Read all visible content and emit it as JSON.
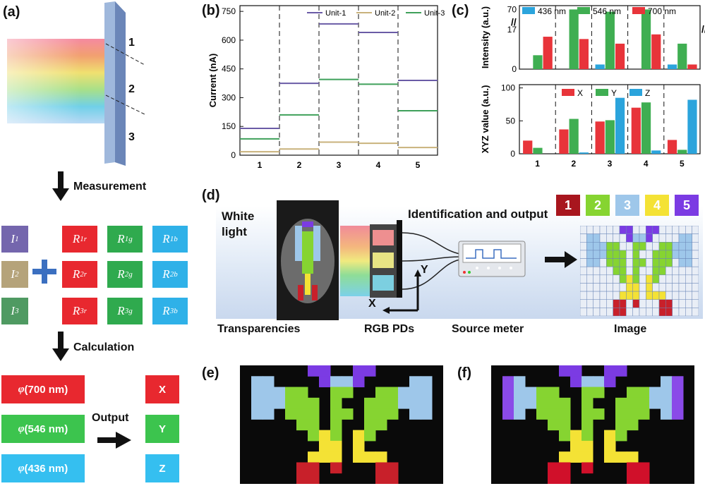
{
  "panels": {
    "a": "(a)",
    "b": "(b)",
    "c": "(c)",
    "d": "(d)",
    "e": "(e)",
    "f": "(f)"
  },
  "panel_a": {
    "film_labels": [
      "1",
      "2",
      "3"
    ],
    "measurement": "Measurement",
    "calculation": "Calculation",
    "inputs": [
      {
        "base": "I",
        "sub": "1",
        "color": "#7466ad"
      },
      {
        "base": "I",
        "sub": "2",
        "color": "#b5a37a"
      },
      {
        "base": "I",
        "sub": "3",
        "color": "#4f9a62"
      }
    ],
    "plus": "+",
    "responses": [
      [
        {
          "base": "R",
          "sub": "1r",
          "color": "#e8282f"
        },
        {
          "base": "R",
          "sub": "1g",
          "color": "#2faa4e"
        },
        {
          "base": "R",
          "sub": "1b",
          "color": "#2fb1e8"
        }
      ],
      [
        {
          "base": "R",
          "sub": "2r",
          "color": "#e8282f"
        },
        {
          "base": "R",
          "sub": "2g",
          "color": "#2faa4e"
        },
        {
          "base": "R",
          "sub": "2b",
          "color": "#2fb1e8"
        }
      ],
      [
        {
          "base": "R",
          "sub": "3r",
          "color": "#e8282f"
        },
        {
          "base": "R",
          "sub": "3g",
          "color": "#2faa4e"
        },
        {
          "base": "R",
          "sub": "3b",
          "color": "#2fb1e8"
        }
      ]
    ],
    "phi": [
      {
        "symbol": "φ",
        "text": " (700 nm)",
        "color": "#e8282f"
      },
      {
        "symbol": "φ",
        "text": " (546 nm)",
        "color": "#3cc44e"
      },
      {
        "symbol": "φ",
        "text": " (436 nm)",
        "color": "#35bff0"
      }
    ],
    "output": "Output",
    "xyz": [
      {
        "text": "X",
        "color": "#e8282f"
      },
      {
        "text": "Y",
        "color": "#3cc44e"
      },
      {
        "text": "Z",
        "color": "#35bff0"
      }
    ]
  },
  "panel_d": {
    "white_light": "White\nlight",
    "ident": "Identification and output",
    "axis_x": "X",
    "axis_y": "Y",
    "captions": [
      "Transparencies",
      "RGB PDs",
      "Source meter",
      "Image"
    ],
    "legend": [
      {
        "text": "1",
        "color": "#a8161e"
      },
      {
        "text": "2",
        "color": "#86d431"
      },
      {
        "text": "3",
        "color": "#9ec7ea"
      },
      {
        "text": "4",
        "color": "#f4e235"
      },
      {
        "text": "5",
        "color": "#7b3be3"
      }
    ]
  },
  "chart_data": [
    {
      "type": "line",
      "subtype": "step",
      "categories": [
        "1",
        "2",
        "3",
        "4",
        "5"
      ],
      "ylabel": "Current (nA)",
      "ylim": [
        0,
        780
      ],
      "yticks": [
        0,
        150,
        300,
        450,
        600,
        750
      ],
      "legend_position": "top",
      "series": [
        {
          "name": "Unit-1",
          "color": "#6a5ba6",
          "values": [
            140,
            375,
            685,
            640,
            390
          ]
        },
        {
          "name": "Unit-2",
          "color": "#c9b27c",
          "values": [
            18,
            32,
            68,
            62,
            40
          ]
        },
        {
          "name": "Unit-3",
          "color": "#3fa05a",
          "values": [
            85,
            210,
            395,
            370,
            232
          ]
        }
      ]
    },
    {
      "type": "bar",
      "categories": [
        "1",
        "2",
        "3",
        "4",
        "5"
      ],
      "ylabel": "Intensity (a.u.)",
      "yticks": [
        "0",
        "17",
        "70"
      ],
      "axis_break": true,
      "series": [
        {
          "name": "436 nm",
          "color": "#2ba4dc",
          "values": [
            0,
            0,
            2,
            0,
            2
          ]
        },
        {
          "name": "546 nm",
          "color": "#3fae52",
          "values": [
            6,
            70,
            64,
            70,
            11
          ]
        },
        {
          "name": "700 nm",
          "color": "#e8343a",
          "values": [
            14,
            13,
            11,
            15,
            2
          ]
        }
      ]
    },
    {
      "type": "bar",
      "categories": [
        "1",
        "2",
        "3",
        "4",
        "5"
      ],
      "ylabel": "XYZ value (a.u.)",
      "ylim": [
        0,
        105
      ],
      "yticks": [
        0,
        50,
        100
      ],
      "series": [
        {
          "name": "X",
          "color": "#e8343a",
          "values": [
            20,
            37,
            49,
            70,
            21
          ]
        },
        {
          "name": "Y",
          "color": "#3fae52",
          "values": [
            9,
            53,
            51,
            78,
            6
          ]
        },
        {
          "name": "Z",
          "color": "#2ba4dc",
          "values": [
            0,
            2,
            85,
            5,
            82
          ]
        }
      ]
    }
  ]
}
